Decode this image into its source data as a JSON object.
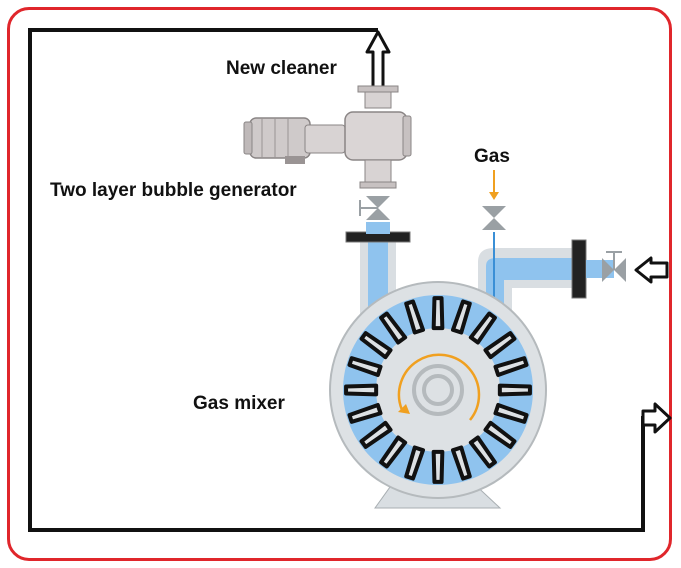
{
  "labels": {
    "new_cleaner": "New cleaner",
    "bubble_generator": "Two layer bubble generator",
    "gas": "Gas",
    "gas_mixer": "Gas mixer"
  },
  "colors": {
    "frame": "#e0262b",
    "loop_line": "#111111",
    "pipe_fill": "#8fc3ee",
    "pipe_wall": "#d9dee2",
    "rotor": "#111111",
    "rotation_arrow": "#f0a020",
    "gas_arrow": "#f0a020"
  },
  "icons": [
    "up-arrow-icon",
    "left-arrow-icon",
    "right-arrow-icon",
    "valve-icon",
    "motor-icon",
    "rotation-arrow-icon"
  ]
}
